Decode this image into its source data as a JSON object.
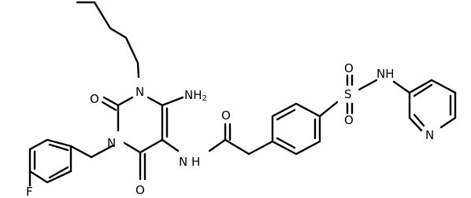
{
  "labels": {
    "n1": "N",
    "n3": "N",
    "nh2": "NH",
    "nh2_sub": "2",
    "nh_amide": "N",
    "nh_amide_h": "H",
    "o_c2": "O",
    "o_c4": "O",
    "o_amide": "O",
    "f": "F",
    "s": "S",
    "o_s_top": "O",
    "o_s_bottom": "O",
    "nh_sulf": "NH",
    "n_pyr": "N"
  }
}
